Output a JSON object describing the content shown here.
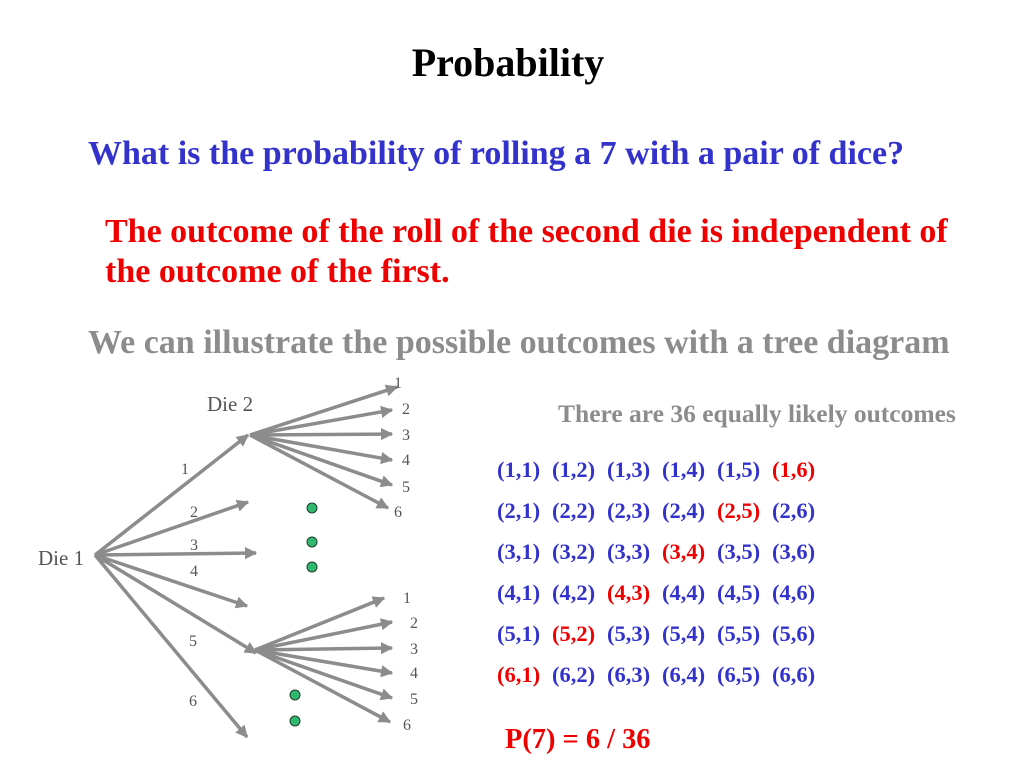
{
  "title": "Probability",
  "question": "What is the probability of rolling a 7 with a pair of dice?",
  "independence_note": {
    "line1": "The outcome of the roll of the second die is independent of",
    "line2": "the outcome of the first."
  },
  "tree_intro": "We can illustrate the possible outcomes with a tree diagram",
  "tree": {
    "root_label": "Die 1",
    "second_die_label": "Die 2",
    "die1_branches": [
      "1",
      "2",
      "3",
      "4",
      "5",
      "6"
    ],
    "die2_branches_upper": [
      "1",
      "2",
      "3",
      "4",
      "5",
      "6"
    ],
    "die2_branches_lower": [
      "1",
      "2",
      "3",
      "4",
      "5",
      "6"
    ]
  },
  "outcomes_note": "There are 36 equally likely outcomes",
  "outcomes": [
    [
      {
        "text": "(1,1)",
        "highlight": false
      },
      {
        "text": "(1,2)",
        "highlight": false
      },
      {
        "text": "(1,3)",
        "highlight": false
      },
      {
        "text": "(1,4)",
        "highlight": false
      },
      {
        "text": "(1,5)",
        "highlight": false
      },
      {
        "text": "(1,6)",
        "highlight": true
      }
    ],
    [
      {
        "text": "(2,1)",
        "highlight": false
      },
      {
        "text": "(2,2)",
        "highlight": false
      },
      {
        "text": "(2,3)",
        "highlight": false
      },
      {
        "text": "(2,4)",
        "highlight": false
      },
      {
        "text": "(2,5)",
        "highlight": true
      },
      {
        "text": "(2,6)",
        "highlight": false
      }
    ],
    [
      {
        "text": "(3,1)",
        "highlight": false
      },
      {
        "text": "(3,2)",
        "highlight": false
      },
      {
        "text": "(3,3)",
        "highlight": false
      },
      {
        "text": "(3,4)",
        "highlight": true
      },
      {
        "text": "(3,5)",
        "highlight": false
      },
      {
        "text": "(3,6)",
        "highlight": false
      }
    ],
    [
      {
        "text": "(4,1)",
        "highlight": false
      },
      {
        "text": "(4,2)",
        "highlight": false
      },
      {
        "text": "(4,3)",
        "highlight": true
      },
      {
        "text": "(4,4)",
        "highlight": false
      },
      {
        "text": "(4,5)",
        "highlight": false
      },
      {
        "text": "(4,6)",
        "highlight": false
      }
    ],
    [
      {
        "text": "(5,1)",
        "highlight": false
      },
      {
        "text": "(5,2)",
        "highlight": true
      },
      {
        "text": "(5,3)",
        "highlight": false
      },
      {
        "text": "(5,4)",
        "highlight": false
      },
      {
        "text": "(5,5)",
        "highlight": false
      },
      {
        "text": "(5,6)",
        "highlight": false
      }
    ],
    [
      {
        "text": "(6,1)",
        "highlight": true
      },
      {
        "text": "(6,2)",
        "highlight": false
      },
      {
        "text": "(6,3)",
        "highlight": false
      },
      {
        "text": "(6,4)",
        "highlight": false
      },
      {
        "text": "(6,5)",
        "highlight": false
      },
      {
        "text": "(6,6)",
        "highlight": false
      }
    ]
  ],
  "result": "P(7) = 6 / 36",
  "colors": {
    "blue": "#3333cc",
    "red": "#ee0000",
    "gray": "#8c8c8c",
    "arrow": "#8c8c8c",
    "label": "#555555",
    "dot": "#2fb86e",
    "dot_outline": "#1f3d2c"
  }
}
